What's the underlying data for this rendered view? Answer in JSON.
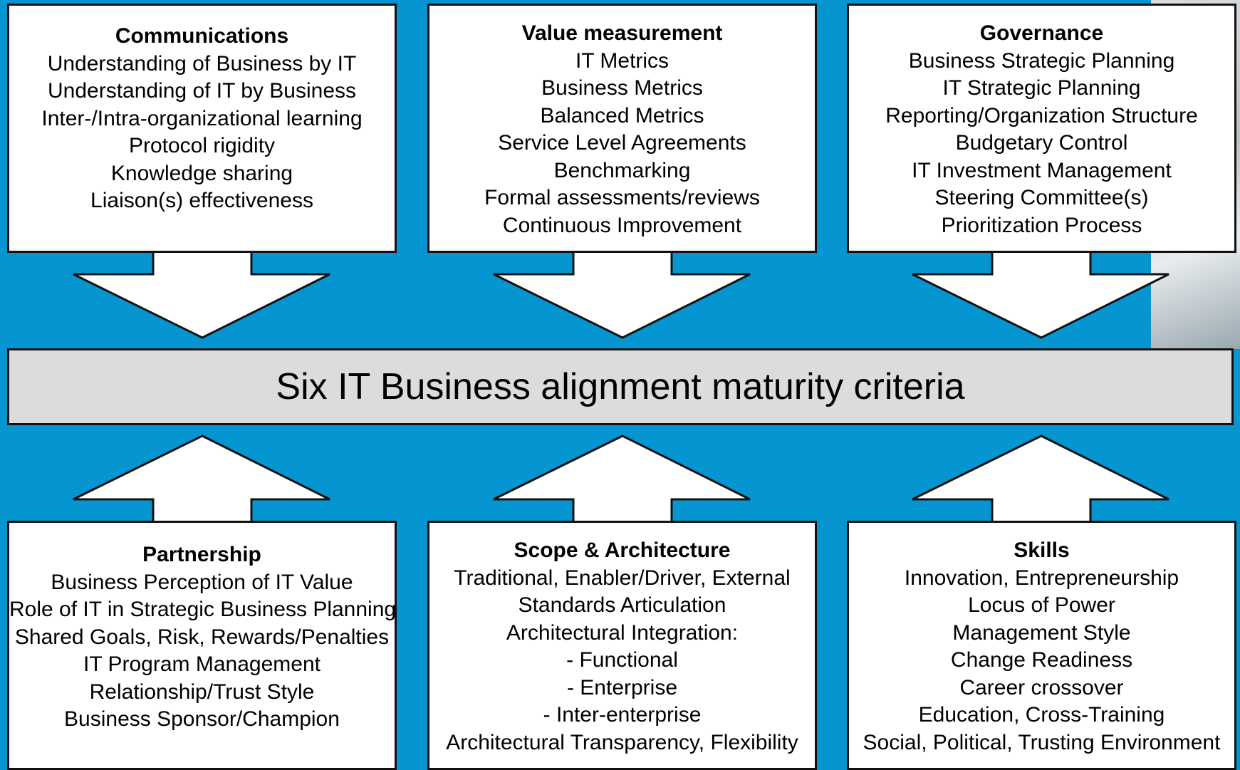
{
  "title": "Six IT Business alignment maturity criteria",
  "colors": {
    "background": "#0596d2",
    "box": "#ffffff",
    "banner": "#dcdcdc",
    "border": "#111111"
  },
  "criteria": [
    {
      "title": "Communications",
      "items": [
        "Understanding of Business by IT",
        "Understanding of IT by Business",
        "Inter-/Intra-organizational learning",
        "Protocol rigidity",
        "Knowledge sharing",
        "Liaison(s) effectiveness"
      ]
    },
    {
      "title": "Value measurement",
      "items": [
        "IT Metrics",
        "Business Metrics",
        "Balanced Metrics",
        "Service Level Agreements",
        "Benchmarking",
        "Formal assessments/reviews",
        "Continuous Improvement"
      ]
    },
    {
      "title": "Governance",
      "items": [
        "Business Strategic Planning",
        "IT Strategic Planning",
        "Reporting/Organization Structure",
        "Budgetary Control",
        "IT Investment Management",
        "Steering Committee(s)",
        "Prioritization Process"
      ]
    },
    {
      "title": "Partnership",
      "items": [
        "Business Perception of IT Value",
        "Role of IT in Strategic Business Planning",
        "Shared Goals, Risk, Rewards/Penalties",
        "IT Program Management",
        "Relationship/Trust Style",
        "Business Sponsor/Champion"
      ]
    },
    {
      "title": "Scope & Architecture",
      "items": [
        "Traditional, Enabler/Driver, External",
        "Standards Articulation",
        "Architectural Integration:",
        "- Functional",
        "- Enterprise",
        "- Inter-enterprise",
        "Architectural Transparency, Flexibility"
      ]
    },
    {
      "title": "Skills",
      "items": [
        "Innovation, Entrepreneurship",
        "Locus of Power",
        "Management Style",
        "Change Readiness",
        "Career crossover",
        "Education, Cross-Training",
        "Social, Political, Trusting Environment"
      ]
    }
  ]
}
